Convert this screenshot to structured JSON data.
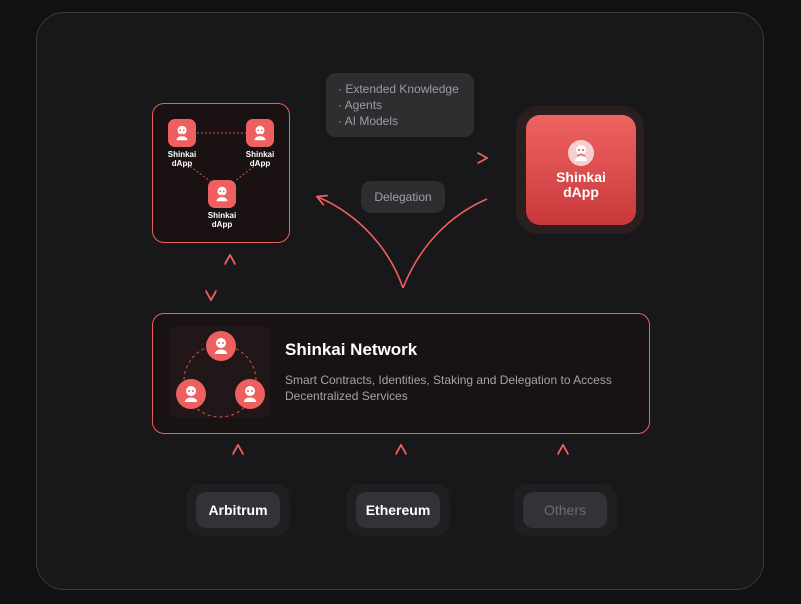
{
  "colors": {
    "accent": "#ee5f5f",
    "accent_dark": "#c8383a",
    "background": "#18181b",
    "pill": "#2e2d30",
    "muted_text": "#a3a3a9"
  },
  "cluster": {
    "nodes": [
      {
        "label_line1": "Shinkai",
        "label_line2": "dApp",
        "icon": "shinkai-mascot-icon"
      },
      {
        "label_line1": "Shinkai",
        "label_line2": "dApp",
        "icon": "shinkai-mascot-icon"
      },
      {
        "label_line1": "Shinkai",
        "label_line2": "dApp",
        "icon": "shinkai-mascot-icon"
      }
    ]
  },
  "capabilities": [
    "· Extended Knowledge",
    "· Agents",
    "· AI Models"
  ],
  "delegation_label": "Delegation",
  "dapp": {
    "title_line1": "Shinkai",
    "title_line2": "dApp",
    "icon": "shinkai-mascot-icon"
  },
  "network": {
    "title": "Shinkai Network",
    "description": "Smart Contracts, Identities, Staking and Delegation to Access Decentralized Services"
  },
  "chains": [
    {
      "label": "Arbitrum",
      "muted": false
    },
    {
      "label": "Ethereum",
      "muted": false
    },
    {
      "label": "Others",
      "muted": true
    }
  ]
}
